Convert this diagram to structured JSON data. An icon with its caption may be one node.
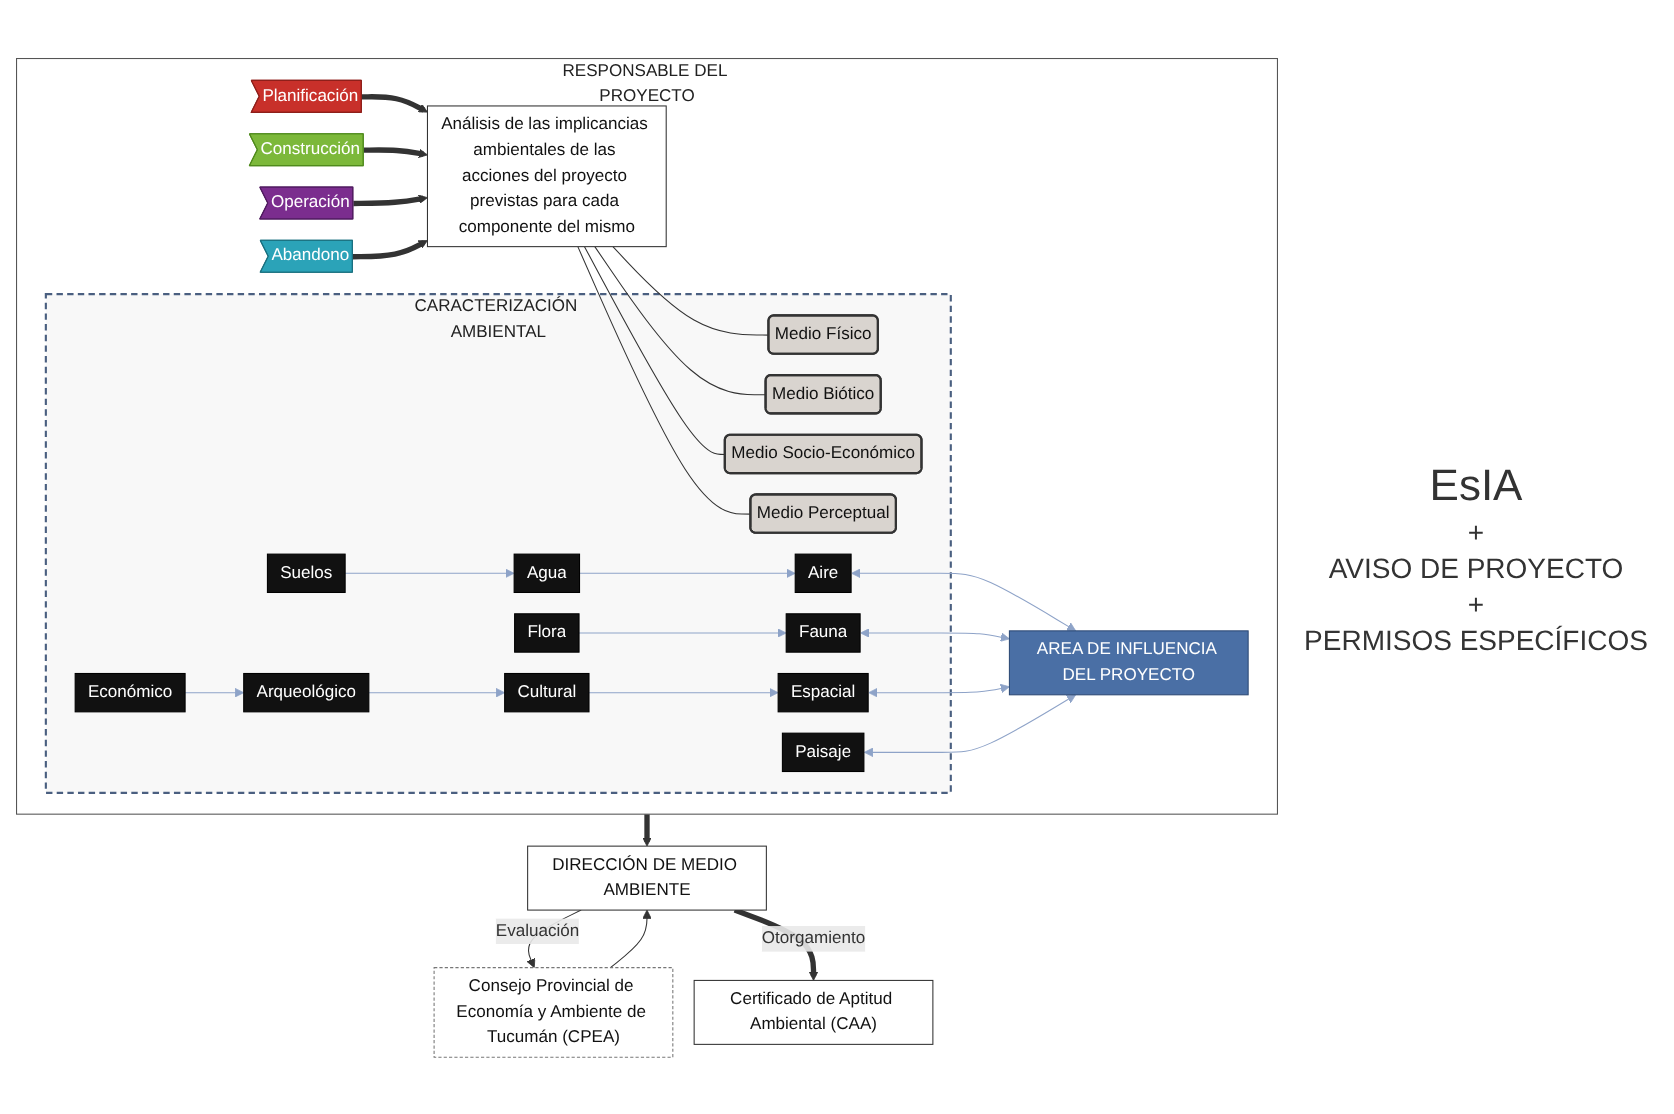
{
  "diagram": {
    "nodes": [
      {
        "text": [
          "RESPONSABLE DEL PROYECTO"
        ]
      },
      {
        "text": [
          "Planificación"
        ],
        "in": 0
      },
      {
        "text": [
          "Construcción"
        ],
        "in": 0
      },
      {
        "text": [
          "Operación"
        ],
        "in": 0
      },
      {
        "text": [
          "Abandono"
        ],
        "in": 0
      },
      {
        "text": [
          "Análisis de las implicancias ambientales de las acciones del proyecto previstas para cada componente del mismo"
        ],
        "in": 0
      },
      {
        "text": [
          "CARACTERIZACIÓN AMBIENTAL"
        ],
        "in": 0
      },
      {
        "text": [
          "Medio Físico"
        ],
        "in": 6
      },
      {
        "text": [
          "Medio Biótico"
        ],
        "in": 6
      },
      {
        "text": [
          "Medio Socio-Económico"
        ],
        "in": 6
      },
      {
        "text": [
          "Medio Perceptual"
        ],
        "in": 6
      },
      {
        "text": [
          "Suelos"
        ],
        "in": 6
      },
      {
        "text": [
          "Agua"
        ],
        "in": 6
      },
      {
        "text": [
          "Aire"
        ],
        "in": 6
      },
      {
        "text": [
          "Flora"
        ],
        "in": 6
      },
      {
        "text": [
          "Fauna"
        ],
        "in": 6
      },
      {
        "text": [
          "Económico"
        ],
        "in": 6
      },
      {
        "text": [
          "Arqueológico"
        ],
        "in": 6
      },
      {
        "text": [
          "Cultural"
        ],
        "in": 6
      },
      {
        "text": [
          "Espacial"
        ],
        "in": 6
      },
      {
        "text": [
          "Paisaje"
        ],
        "in": 6
      },
      {
        "text": [
          "AREA DE INFLUENCIA DEL PROYECTO"
        ],
        "in": 0
      },
      {
        "text": [
          "Consejo Provincial de Economía y Ambiente de Tucumán (CPEA)"
        ]
      },
      {
        "text": [
          "DIRECCIÓN DE MEDIO AMBIENTE"
        ]
      },
      {
        "text": [
          "Certificado de Aptitud Ambiental (CAA)"
        ]
      }
    ],
    "edges": [
      {
        "from": 1,
        "to": 5,
        "arrow": "to",
        "style": "thick"
      },
      {
        "from": 2,
        "to": 5,
        "arrow": "to",
        "style": "thick"
      },
      {
        "from": 3,
        "to": 5,
        "arrow": "to",
        "style": "thick"
      },
      {
        "from": 4,
        "to": 5,
        "arrow": "to",
        "style": "thick"
      },
      {
        "from": 5,
        "to": 7,
        "arrow": "none"
      },
      {
        "from": 5,
        "to": 8,
        "arrow": "none"
      },
      {
        "from": 5,
        "to": 9,
        "arrow": "none"
      },
      {
        "from": 5,
        "to": 10,
        "arrow": "none"
      },
      {
        "from": 11,
        "to": 12,
        "arrow": "to",
        "color": "#8ea3c8"
      },
      {
        "from": 12,
        "to": 13,
        "arrow": "to",
        "color": "#8ea3c8"
      },
      {
        "from": 14,
        "to": 15,
        "arrow": "to",
        "color": "#8ea3c8"
      },
      {
        "from": 16,
        "to": 17,
        "arrow": "to",
        "color": "#8ea3c8"
      },
      {
        "from": 17,
        "to": 18,
        "arrow": "to",
        "color": "#8ea3c8"
      },
      {
        "from": 18,
        "to": 19,
        "arrow": "to",
        "color": "#8ea3c8"
      },
      {
        "from": 13,
        "to": 21,
        "arrow": "both",
        "color": "#8ea3c8"
      },
      {
        "from": 15,
        "to": 21,
        "arrow": "both",
        "color": "#8ea3c8"
      },
      {
        "from": 19,
        "to": 21,
        "arrow": "both",
        "color": "#8ea3c8"
      },
      {
        "from": 20,
        "to": 21,
        "arrow": "both",
        "color": "#8ea3c8"
      },
      {
        "from": 0,
        "to": 23,
        "arrow": "to",
        "style": "thick"
      },
      {
        "from": 23,
        "to": 22,
        "arrow": "to",
        "label": "Evaluación"
      },
      {
        "from": 22,
        "to": 23,
        "arrow": "to"
      },
      {
        "from": 23,
        "to": 24,
        "arrow": "to",
        "style": "thick",
        "label": "Otorgamiento"
      }
    ],
    "labels": [
      "EsIA",
      "+",
      "AVISO DE PROYECTO",
      "+",
      "PERMISOS ESPECÍFICOS"
    ]
  }
}
